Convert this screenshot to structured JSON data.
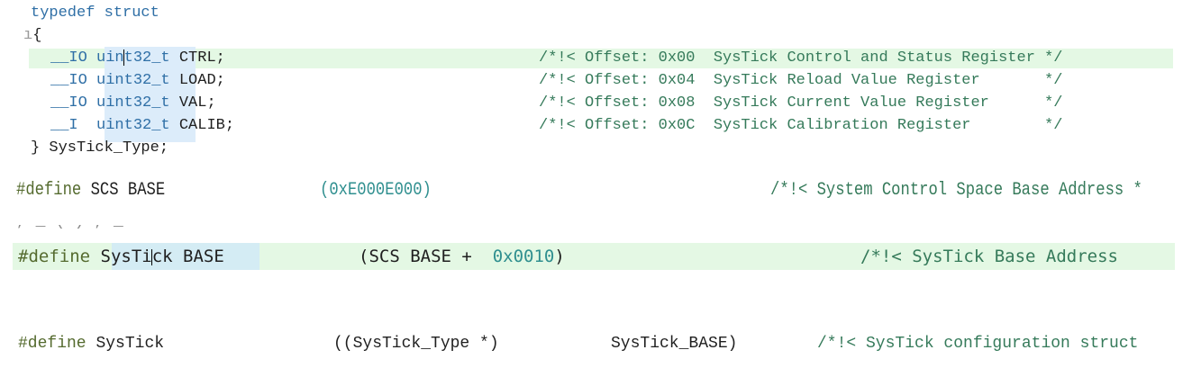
{
  "struct": {
    "open": "typedef struct",
    "brace_open": "{",
    "fields": [
      {
        "qual": "__IO",
        "type": "uint32_t",
        "name": "CTRL;",
        "comment": "/*!< Offset: 0x00  SysTick Control and Status Register */"
      },
      {
        "qual": "__IO",
        "type": "uint32_t",
        "name": "LOAD;",
        "comment": "/*!< Offset: 0x04  SysTick Reload Value Register       */"
      },
      {
        "qual": "__IO",
        "type": "uint32_t",
        "name": "VAL;",
        "comment": "/*!< Offset: 0x08  SysTick Current Value Register      */"
      },
      {
        "qual": "__I ",
        "type": "uint32_t",
        "name": "CALIB;",
        "comment": "/*!< Offset: 0x0C  SysTick Calibration Register        */"
      }
    ],
    "close": "} SysTick_Type;"
  },
  "define_scs": {
    "directive": "#define",
    "name": "SCS BASE",
    "value": "(0xE000E000)",
    "comment": "/*!< System Control Space Base Address *"
  },
  "define_systick_base": {
    "directive": "#define",
    "name_a": "SysTi",
    "name_b": "ck BASE",
    "value_a": "(SCS BASE +  ",
    "value_num": "0x0010",
    "value_b": ")",
    "comment": "/*!< SysTick Base Address"
  },
  "define_systick": {
    "directive": "#define",
    "name": "SysTick",
    "value_a": "((SysTick_Type *)",
    "value_b": "SysTick_BASE)",
    "comment": "/*!< SysTick configuration struct"
  },
  "colors": {
    "keyword": "#2f6fa6",
    "comment": "#357a5a",
    "number": "#2f8f8f",
    "define": "#556b2f",
    "line_highlight": "#e4f8e4",
    "word_highlight": "#dcecfa"
  }
}
